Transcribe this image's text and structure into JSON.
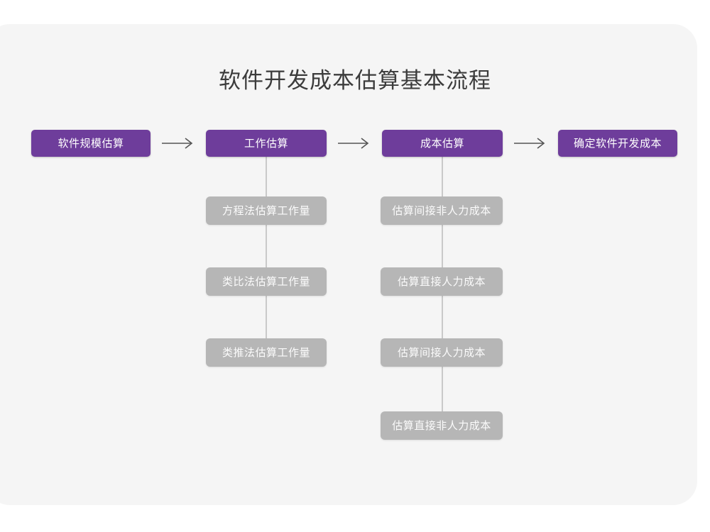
{
  "diagram": {
    "title": "软件开发成本估算基本流程",
    "colors": {
      "primary": "#6E3D9B",
      "secondary": "#B6B6B6",
      "card_background": "#F5F5F5",
      "page_background": "#FFFFFF",
      "connector": "#C9C9C9",
      "arrow": "#555555",
      "title_text": "#3C3C3C",
      "node_text": "#FFFFFF"
    },
    "main_flow": [
      {
        "id": "step-1",
        "label": "软件规模估算"
      },
      {
        "id": "step-2",
        "label": "工作估算"
      },
      {
        "id": "step-3",
        "label": "成本估算"
      },
      {
        "id": "step-4",
        "label": "确定软件开发成本"
      }
    ],
    "arrows": [
      {
        "id": "arrow-1",
        "from": "step-1",
        "to": "step-2",
        "glyph": "arrow-right-icon"
      },
      {
        "id": "arrow-2",
        "from": "step-2",
        "to": "step-3",
        "glyph": "arrow-right-icon"
      },
      {
        "id": "arrow-3",
        "from": "step-3",
        "to": "step-4",
        "glyph": "arrow-right-icon"
      }
    ],
    "branches": [
      {
        "parent": "step-2",
        "items": [
          {
            "id": "effort-1",
            "label": "方程法估算工作量"
          },
          {
            "id": "effort-2",
            "label": "类比法估算工作量"
          },
          {
            "id": "effort-3",
            "label": "类推法估算工作量"
          }
        ]
      },
      {
        "parent": "step-3",
        "items": [
          {
            "id": "cost-1",
            "label": "估算间接非人力成本"
          },
          {
            "id": "cost-2",
            "label": "估算直接人力成本"
          },
          {
            "id": "cost-3",
            "label": "估算间接人力成本"
          },
          {
            "id": "cost-4",
            "label": "估算直接非人力成本"
          }
        ]
      }
    ]
  }
}
